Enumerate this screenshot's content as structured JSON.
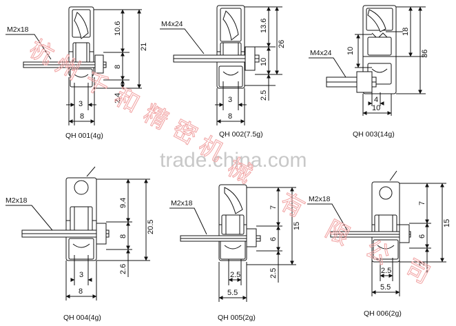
{
  "watermark": {
    "site": "trade.china.com",
    "company_chars": [
      "杭",
      "州",
      "千",
      "和",
      "精",
      "密",
      "机",
      "械",
      "有",
      "限",
      "公",
      "司"
    ]
  },
  "parts": [
    {
      "caption": "QH 001(4g)",
      "screw": "M2x18",
      "dims": {
        "top": "10.6",
        "mid": "8",
        "bot": "2.4",
        "total": "21",
        "inner_w": "3",
        "outer_w": "8"
      }
    },
    {
      "caption": "QH 002(7.5g)",
      "screw": "M4x24",
      "dims": {
        "top": "13.6",
        "mid": "10",
        "bot": "2.5",
        "total": "26",
        "inner_w": "3",
        "outer_w": "8"
      }
    },
    {
      "caption": "QH 003(14g)",
      "screw": "M4x24",
      "dims": {
        "top": "18",
        "mid": "10",
        "total": "36",
        "inner_w": "4",
        "outer_w": "10"
      }
    },
    {
      "caption": "QH 004(4g)",
      "screw": "M2x18",
      "dims": {
        "top": "9.4",
        "mid": "8",
        "bot": "2.6",
        "total": "20.5",
        "inner_w": "3",
        "outer_w": "8"
      }
    },
    {
      "caption": "QH 005(2g)",
      "screw": "M2x18",
      "dims": {
        "top": "7",
        "mid": "6",
        "bot": "2.5",
        "total": "15",
        "inner_w": "2.5",
        "outer_w": "5.5"
      }
    },
    {
      "caption": "QH 006(2g)",
      "screw": "M2x18",
      "dims": {
        "top": "7",
        "mid": "6",
        "bot": "2",
        "total": "15",
        "inner_w": "2.5",
        "outer_w": "5.5"
      }
    }
  ]
}
